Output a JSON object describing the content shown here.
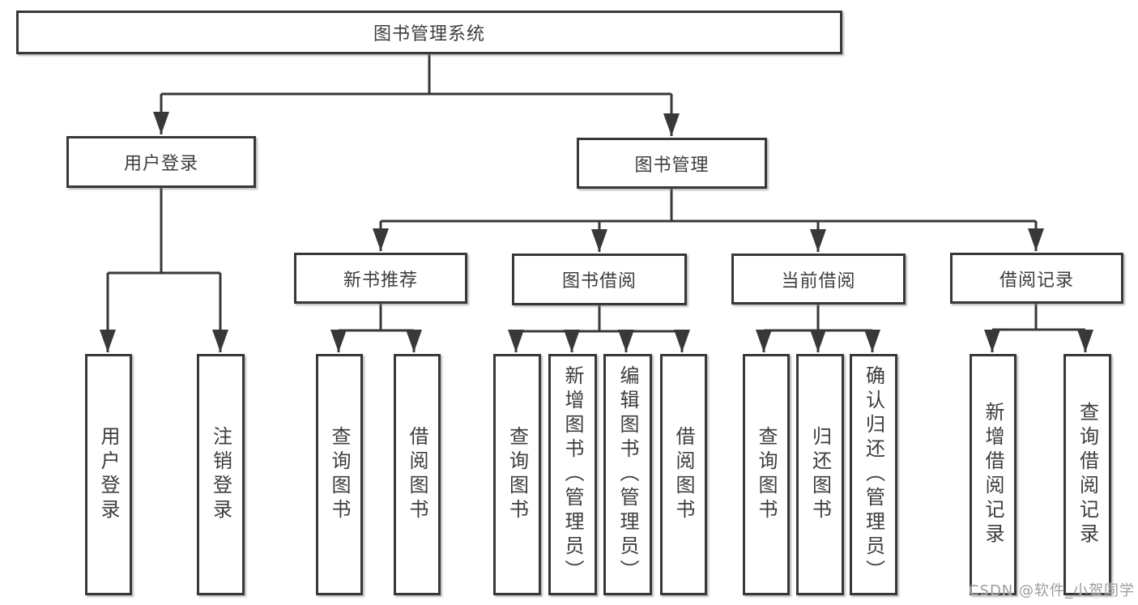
{
  "diagram": {
    "title": "图书管理系统",
    "branches": {
      "user_login": {
        "label": "用户登录",
        "children": {
          "login": "用户登录",
          "logout": "注销登录"
        }
      },
      "book_mgmt": {
        "label": "图书管理",
        "sections": {
          "new_books": {
            "label": "新书推荐",
            "children": {
              "query": "查询图书",
              "borrow": "借阅图书"
            }
          },
          "borrowing": {
            "label": "图书借阅",
            "children": {
              "query": "查询图书",
              "add": "新增图书（管理员）",
              "edit": "编辑图书（管理员）",
              "borrow": "借阅图书"
            }
          },
          "current": {
            "label": "当前借阅",
            "children": {
              "query": "查询图书",
              "return": "归还图书",
              "confirm": "确认归还（管理员）"
            }
          },
          "records": {
            "label": "借阅记录",
            "children": {
              "add": "新增借阅记录",
              "query": "查询借阅记录"
            }
          }
        }
      }
    }
  },
  "watermark": {
    "text": "CSDN @软件_小贺同学"
  },
  "colors": {
    "line": "#383838",
    "box_border": "#383838",
    "text": "#3d3d3d",
    "background": "#ffffff",
    "watermark": "#9c9c9c"
  }
}
